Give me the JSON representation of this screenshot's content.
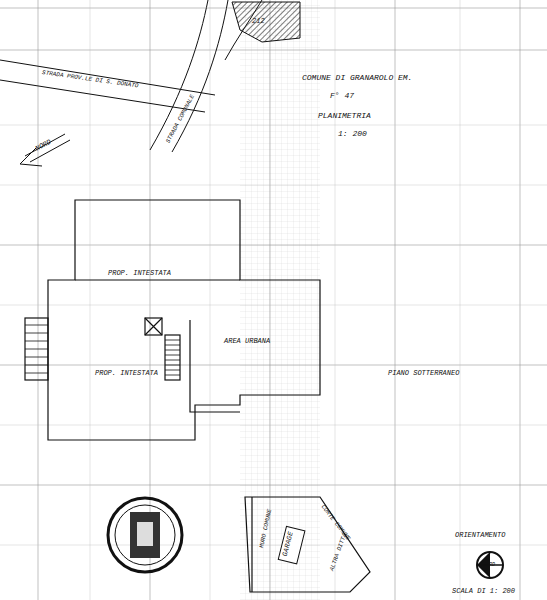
{
  "diagram": {
    "title": "COMUNE DI GRANAROLO EM.",
    "nodes": [
      {
        "text": [
          "GARAGE"
        ]
      }
    ],
    "labels": [
      "F° 47",
      "PLANIMETRIA",
      "1: 200",
      "STRADA PROV.LE DI S. DONATO",
      "STRADA COMUNALE",
      "212",
      "NORD",
      "PROP. INTESTATA",
      "AREA URBANA",
      "PROP. INTESTATA",
      "PIANO SOTTERRANEO",
      "MURO COMUNE",
      "CORTE COMUNE",
      "ALTRA DITTA",
      "ORIENTAMENTO",
      "NORD",
      "SCALA DI 1: 200"
    ]
  }
}
